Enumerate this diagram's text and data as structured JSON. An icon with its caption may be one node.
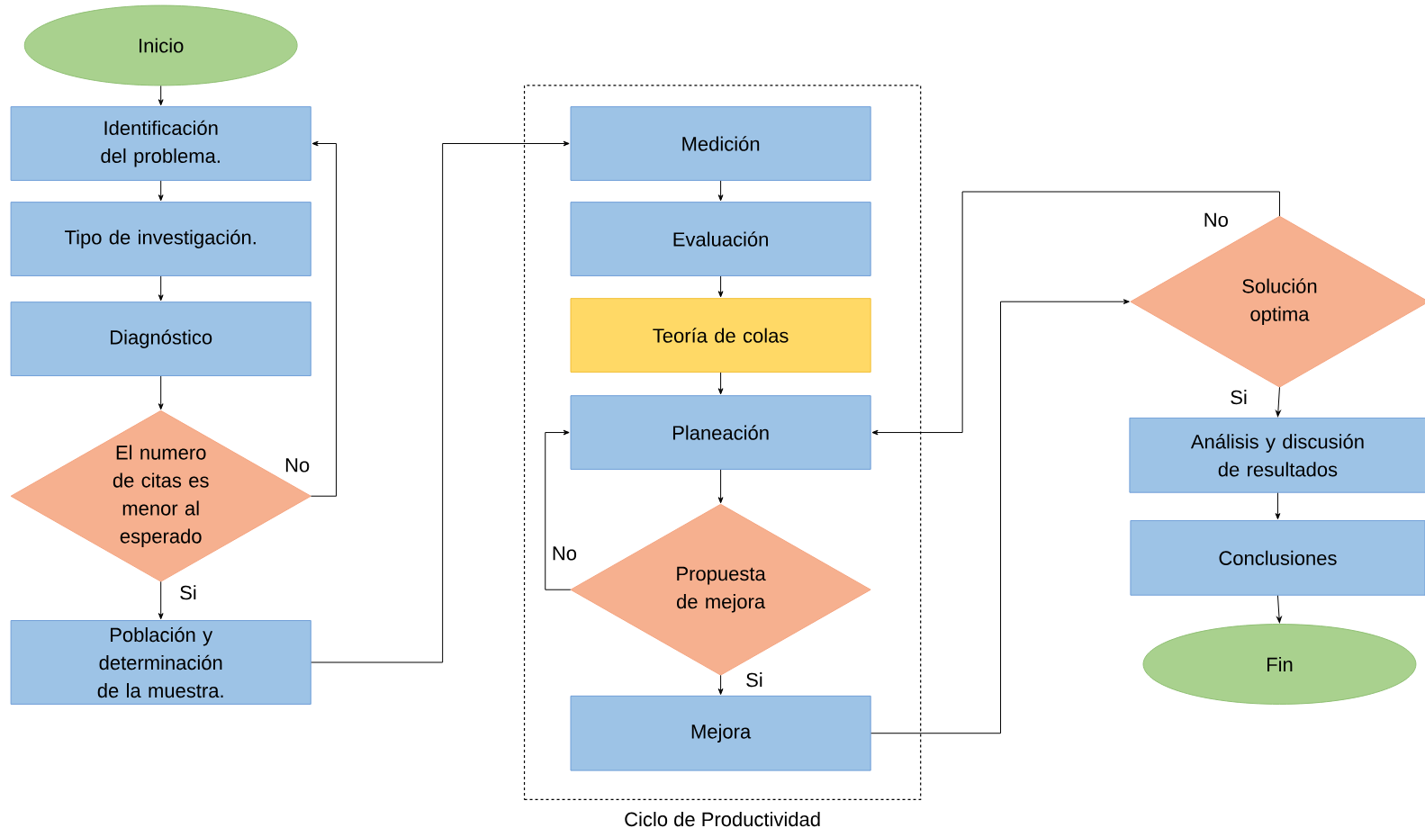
{
  "diagram": {
    "nodes": [
      {
        "text": [
          "Inicio"
        ]
      },
      {
        "text": [
          "Identificación del problema."
        ]
      },
      {
        "text": [
          "Tipo de investigación."
        ]
      },
      {
        "text": [
          "Diagnóstico"
        ]
      },
      {
        "text": [
          "El numero de citas es menor al esperado"
        ]
      },
      {
        "text": [
          "Población y determinación de la muestra."
        ]
      },
      {
        "text": [
          "Ciclo de Productividad"
        ]
      },
      {
        "text": [
          "Medición"
        ],
        "in": 6
      },
      {
        "text": [
          "Evaluación"
        ],
        "in": 6
      },
      {
        "text": [
          "Teoría de colas"
        ],
        "in": 6
      },
      {
        "text": [
          "Planeación"
        ],
        "in": 6
      },
      {
        "text": [
          "Propuesta de mejora"
        ],
        "in": 6
      },
      {
        "text": [
          "Mejora"
        ],
        "in": 6
      },
      {
        "text": [
          "Solución optima"
        ]
      },
      {
        "text": [
          "Análisis y discusión de resultados"
        ]
      },
      {
        "text": [
          "Conclusiones"
        ]
      },
      {
        "text": [
          "Fin"
        ]
      }
    ],
    "edges": [
      {
        "from": 0,
        "to": 1,
        "arrow": "to"
      },
      {
        "from": 1,
        "to": 2,
        "arrow": "to"
      },
      {
        "from": 2,
        "to": 3,
        "arrow": "to"
      },
      {
        "from": 3,
        "to": 4,
        "arrow": "to"
      },
      {
        "from": 4,
        "to": 1,
        "arrow": "to",
        "label": "No"
      },
      {
        "from": 4,
        "to": 5,
        "arrow": "to",
        "label": "Si"
      },
      {
        "from": 5,
        "to": 7,
        "arrow": "to"
      },
      {
        "from": 7,
        "to": 8,
        "arrow": "to"
      },
      {
        "from": 8,
        "to": 9,
        "arrow": "to"
      },
      {
        "from": 9,
        "to": 10,
        "arrow": "to"
      },
      {
        "from": 10,
        "to": 11,
        "arrow": "to"
      },
      {
        "from": 11,
        "to": 10,
        "arrow": "to",
        "label": "No"
      },
      {
        "from": 11,
        "to": 12,
        "arrow": "to",
        "label": "Si"
      },
      {
        "from": 12,
        "to": 13,
        "arrow": "to"
      },
      {
        "from": 13,
        "to": 10,
        "arrow": "to",
        "label": "No"
      },
      {
        "from": 13,
        "to": 14,
        "arrow": "to",
        "label": "Si"
      },
      {
        "from": 14,
        "to": 15,
        "arrow": "to"
      },
      {
        "from": 15,
        "to": 16,
        "arrow": "to"
      }
    ]
  }
}
